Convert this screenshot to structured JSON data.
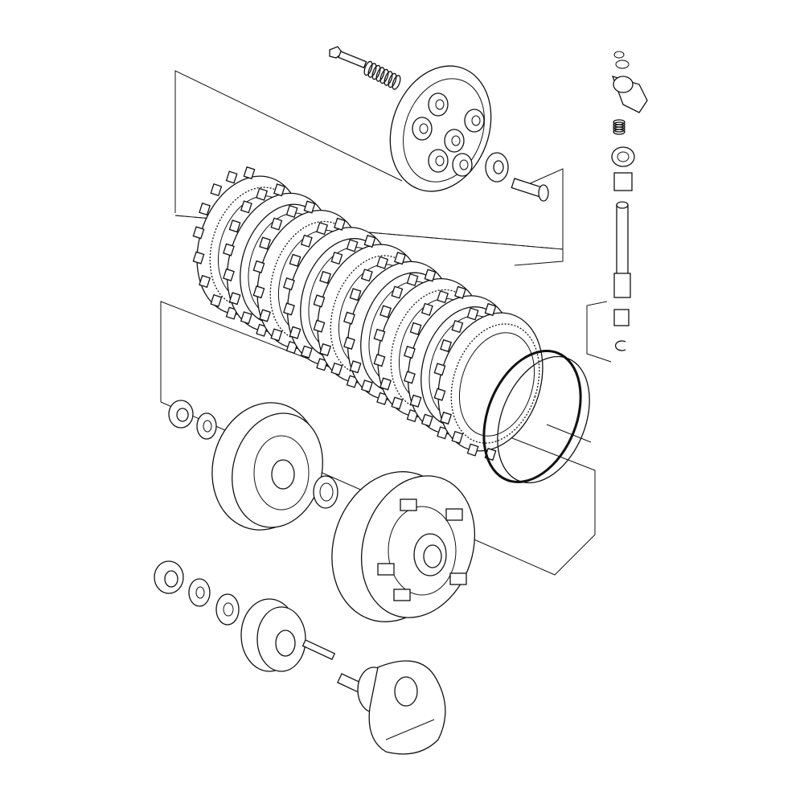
{
  "diagram": {
    "type": "exploded-parts-diagram",
    "subject": "clutch-assembly",
    "line_color": "#111111",
    "background_color": "#ffffff",
    "clutch_plate_count": 9
  }
}
